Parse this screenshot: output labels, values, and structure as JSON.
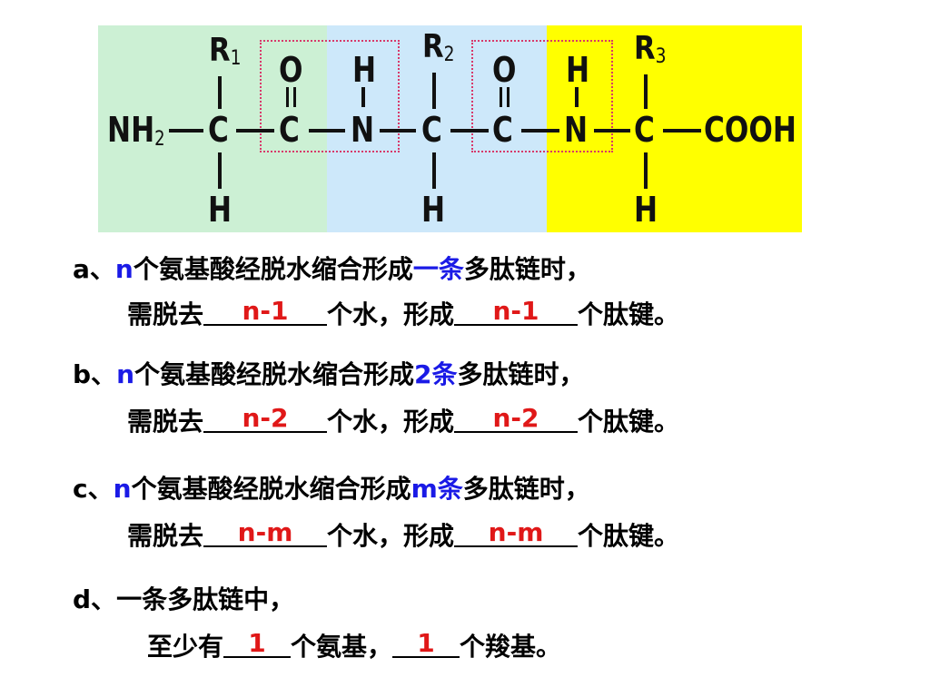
{
  "diagram": {
    "colors": {
      "green_band": "#ccf0d4",
      "blue_band": "#cde8fa",
      "yellow_band": "#ffff00",
      "peptide_box": "#d8386a"
    },
    "r1": "R",
    "r1_sub": "1",
    "r2": "R",
    "r2_sub": "2",
    "r3": "R",
    "r3_sub": "3",
    "amino": "NH",
    "amino_sub": "2",
    "carboxyl": "COOH",
    "c": "C",
    "n": "N",
    "o": "O",
    "h": "H"
  },
  "items": [
    {
      "label": "a",
      "sep": "、",
      "n": "n",
      "text1": "个氨基酸经脱水缩合形成",
      "count": "一条",
      "text2": "多肽链时，",
      "line2_prefix": "需脱去",
      "answer1": "n-1",
      "line2_mid": "个水，形成",
      "answer2": "n-1",
      "line2_suffix": "个肽键。"
    },
    {
      "label": "b",
      "sep": "、",
      "n": "n",
      "text1": "个氨基酸经脱水缩合形成",
      "count": "2条",
      "text2": "多肽链时，",
      "line2_prefix": "需脱去",
      "answer1": "n-2",
      "line2_mid": "个水，形成",
      "answer2": "n-2",
      "line2_suffix": "个肽键。"
    },
    {
      "label": "c",
      "sep": "、",
      "n": "n",
      "text1": "个氨基酸经脱水缩合形成",
      "count": "m条",
      "text2": "多肽链时，",
      "line2_prefix": "需脱去",
      "answer1": "n-m",
      "line2_mid": "个水，形成",
      "answer2": "n-m",
      "line2_suffix": "个肽键。"
    }
  ],
  "item_d": {
    "label": "d",
    "sep": "、",
    "text1": "一条多肽链中，",
    "line2_prefix": "至少有",
    "answer1": "1",
    "line2_mid": "个氨基，",
    "answer2": "1",
    "line2_suffix": "个羧基。"
  }
}
